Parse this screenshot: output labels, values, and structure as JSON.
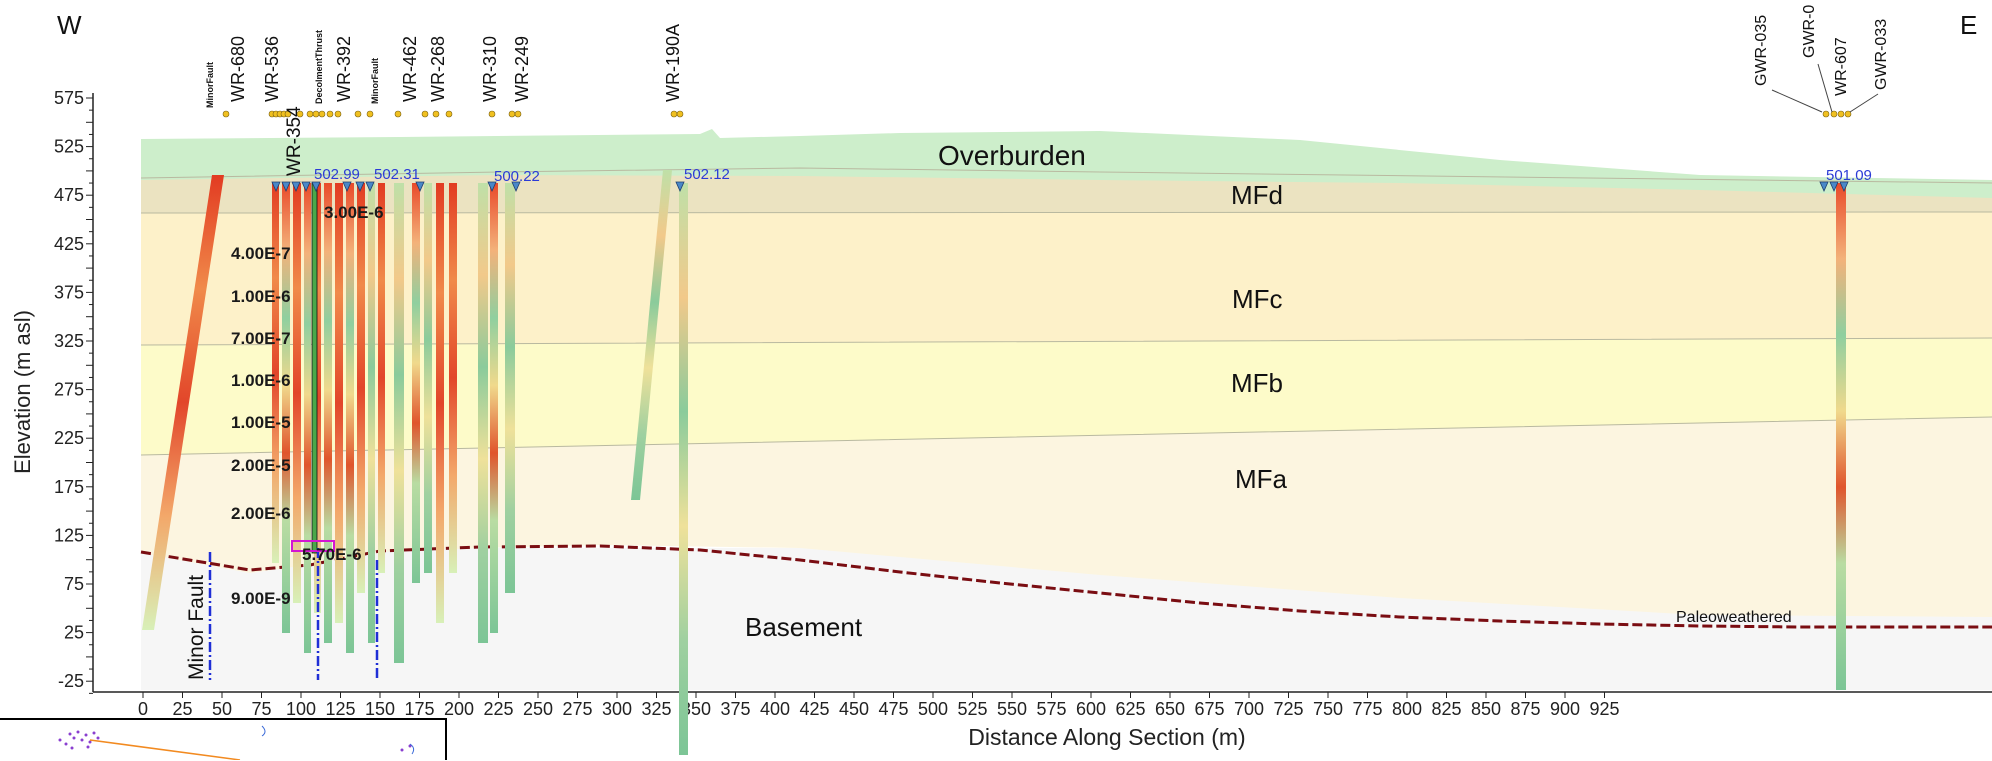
{
  "compass": {
    "west": "W",
    "east": "E"
  },
  "axes": {
    "ylabel": "Elevation (m asl)",
    "xlabel": "Distance  Along Section (m)",
    "yticks": [
      "575",
      "550",
      "525",
      "500",
      "475",
      "450",
      "425",
      "400",
      "375",
      "350",
      "325",
      "300",
      "275",
      "250",
      "225",
      "200",
      "175",
      "150",
      "125",
      "100",
      "75",
      "50",
      "25",
      "0",
      "-25"
    ],
    "xticks": [
      "0",
      "25",
      "50",
      "75",
      "100",
      "125",
      "150",
      "175",
      "200",
      "225",
      "250",
      "275",
      "300",
      "325",
      "350",
      "375",
      "400",
      "425",
      "450",
      "475",
      "500",
      "525",
      "550",
      "575",
      "600",
      "625",
      "650",
      "675",
      "700",
      "725",
      "750",
      "775",
      "800",
      "825",
      "850",
      "875",
      "900",
      "925"
    ]
  },
  "units": {
    "overburden": "Overburden",
    "mfd": "MFd",
    "mfc": "MFc",
    "mfb": "MFb",
    "mfa": "MFa",
    "basement": "Basement",
    "paleoweathered": "Paleoweathered"
  },
  "wells": {
    "minorfault_a": "MinorFault",
    "wr680": "WR-680",
    "wr536": "WR-536",
    "decollement": "DecolmentThrust",
    "wr392": "WR-392",
    "minorfault_b": "MinorFault",
    "wr462": "WR-462",
    "wr268": "WR-268",
    "wr310": "WR-310",
    "wr249": "WR-249",
    "wr190a": "WR-190A",
    "wr354": "WR-354",
    "gwr035": "GWR-035",
    "gwr0": "GWR-0",
    "wr607": "WR-607",
    "gwr033": "GWR-033"
  },
  "water_levels": [
    "502.99",
    "502.31",
    "500.22",
    "502.12",
    "501.09"
  ],
  "conductivities": [
    "3.00E-6",
    "4.00E-7",
    "1.00E-6",
    "7.00E-7",
    "1.00E-6",
    "1.00E-5",
    "2.00E-5",
    "2.00E-6",
    "5.70E-6",
    "9.00E-9"
  ],
  "fault_label": "Minor Fault",
  "colors": {
    "overburden": "#cdeecb",
    "mfd": "#ebe3c1",
    "mfc": "#fdf1c9",
    "mfb": "#fdfbc9",
    "mfa": "#fcf5e0",
    "basement": "#f6f6f6",
    "contact": "#7a0d12",
    "fault": "#1f2fd6",
    "water_marker": "#4a88c8",
    "well_dot": "#f0c020"
  }
}
